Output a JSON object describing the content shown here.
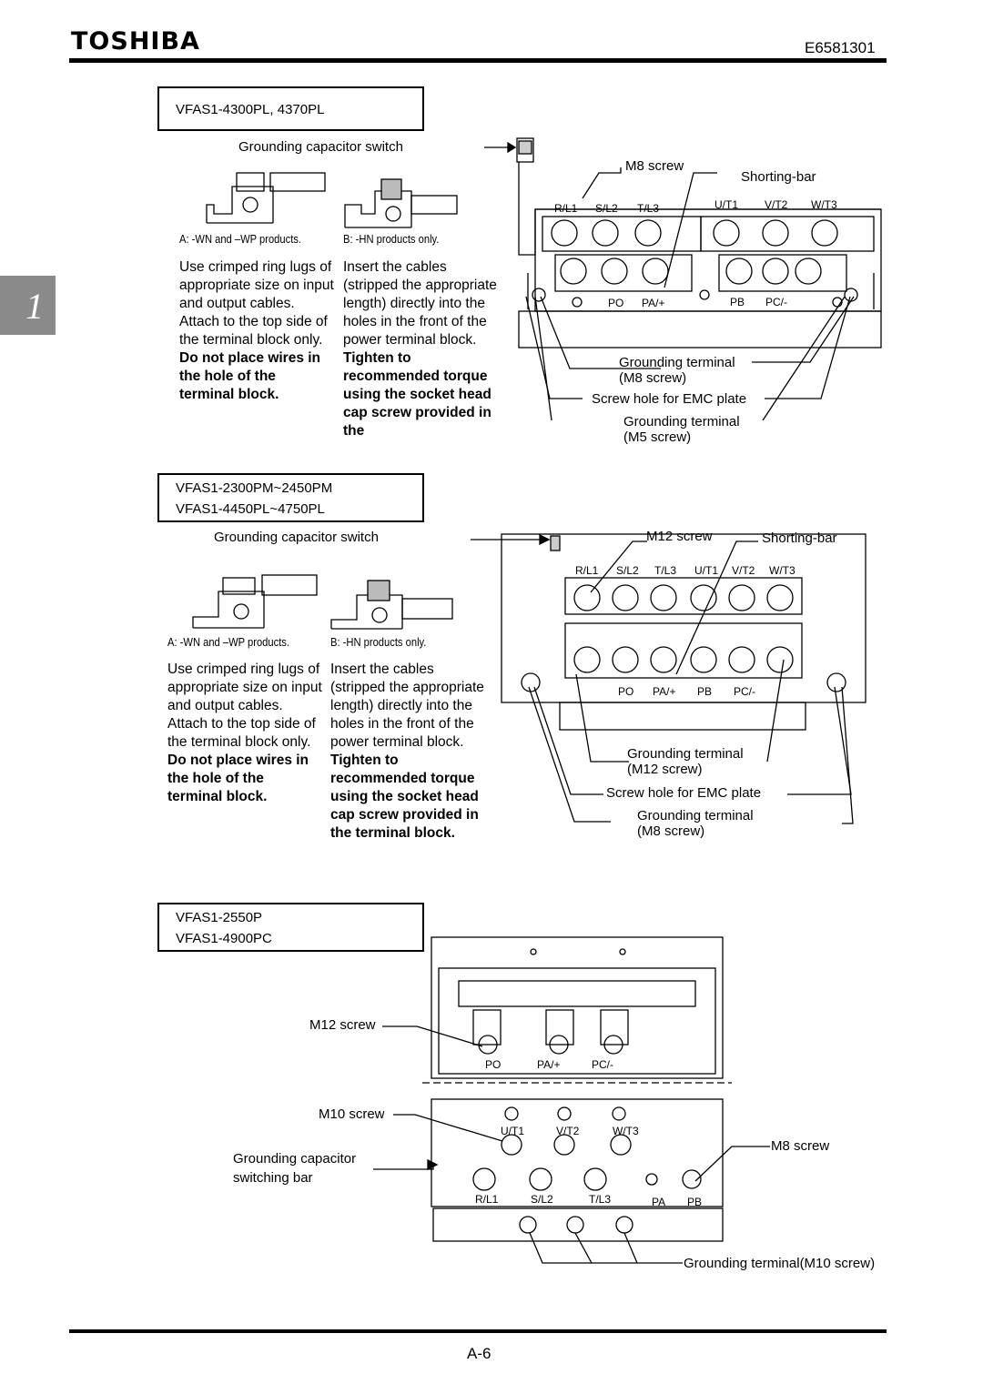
{
  "header": {
    "logo": "TOSHIBA",
    "doc_id": "E6581301"
  },
  "side_tab": "1",
  "footer": {
    "page": "A-6"
  },
  "section1": {
    "model": "VFAS1-4300PL, 4370PL",
    "switch_title": "Grounding capacitor switch",
    "cap_a": "A: -WN and –WP products.",
    "cap_b": "B: -HN products only.",
    "text_a_plain": "Use crimped ring lugs of appropriate size on input and output cables. Attach to the top side of the terminal block only.",
    "text_a_bold": "Do not place wires in the hole of the terminal block.",
    "text_b_plain": "Insert the cables (stripped the appropriate length) directly into the holes in the front of the power terminal block.",
    "text_b_bold": "Tighten to recommended torque using the socket head cap screw provided in the",
    "labels": {
      "screw": "M8 screw",
      "shorting_bar": "Shorting-bar",
      "ground1_a": "Grounding terminal",
      "ground1_b": "(M8 screw)",
      "emc": "Screw hole for EMC plate",
      "ground2_a": "Grounding terminal",
      "ground2_b": "(M5 screw)"
    },
    "terminals_top": [
      "R/L1",
      "S/L2",
      "T/L3",
      "U/T1",
      "V/T2",
      "W/T3"
    ],
    "terminals_bottom": [
      "PO",
      "PA/+",
      "PB",
      "PC/-"
    ]
  },
  "section2": {
    "model_line1": "VFAS1-2300PM~2450PM",
    "model_line2": "VFAS1-4450PL~4750PL",
    "switch_title": "Grounding capacitor switch",
    "cap_a": "A: -WN and –WP products.",
    "cap_b": "B: -HN products only.",
    "text_a_plain": "Use crimped ring lugs of appropriate size on input and output cables. Attach to the top side of the terminal block only.",
    "text_a_bold": "Do not place wires in the hole of the terminal block.",
    "text_b_plain": "Insert the cables (stripped the appropriate length) directly into the holes in the front of the power terminal block.",
    "text_b_bold": "Tighten to recommended torque using the socket head cap screw provided in the terminal block.",
    "labels": {
      "screw": "M12 screw",
      "shorting_bar": "Shorting-bar",
      "ground1_a": "Grounding terminal",
      "ground1_b": "(M12 screw)",
      "emc": "Screw hole for EMC plate",
      "ground2_a": "Grounding terminal",
      "ground2_b": "(M8 screw)"
    },
    "terminals_top": [
      "R/L1",
      "S/L2",
      "T/L3",
      "U/T1",
      "V/T2",
      "W/T3"
    ],
    "terminals_bottom": [
      "PO",
      "PA/+",
      "PB",
      "PC/-"
    ]
  },
  "section3": {
    "model_line1": "VFAS1-2550P",
    "model_line2": "VFAS1-4900PC",
    "labels": {
      "m12": "M12 screw",
      "m10": "M10 screw",
      "gcap_a": "Grounding capacitor",
      "gcap_b": "switching bar",
      "m8": "M8 screw",
      "ground": "Grounding terminal(M10 screw)"
    },
    "terminals_dc": [
      "PO",
      "PA/+",
      "PC/-"
    ],
    "terminals_out": [
      "U/T1",
      "V/T2",
      "W/T3"
    ],
    "terminals_in": [
      "R/L1",
      "S/L2",
      "T/L3",
      "PA",
      "PB"
    ]
  }
}
